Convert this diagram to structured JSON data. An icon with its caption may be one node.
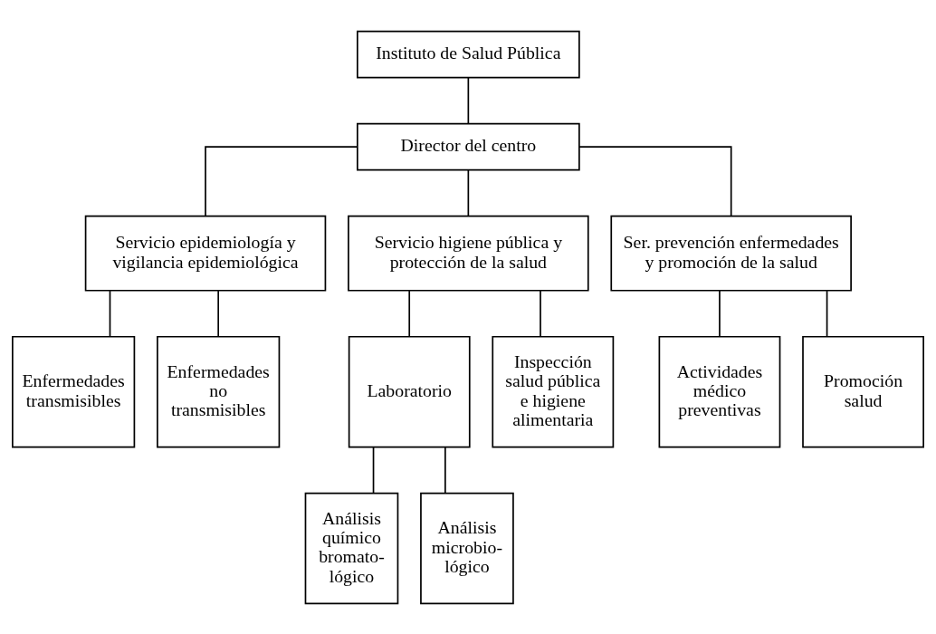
{
  "diagram": {
    "nodes": [
      {
        "text": [
          "Instituto de Salud Pública"
        ]
      },
      {
        "text": [
          "Director del centro"
        ]
      },
      {
        "text": [
          "Servicio epidemiología y vigilancia epidemiológica"
        ]
      },
      {
        "text": [
          "Servicio higiene pública y protección de la salud"
        ]
      },
      {
        "text": [
          "Ser. prevención enfermedades y promoción de la salud"
        ]
      },
      {
        "text": [
          "Enfermedades transmisibles"
        ]
      },
      {
        "text": [
          "Enfermedades no transmisibles"
        ]
      },
      {
        "text": [
          "Laboratorio"
        ]
      },
      {
        "text": [
          "Inspección salud pública e higiene alimentaria"
        ]
      },
      {
        "text": [
          "Actividades médico preventivas"
        ]
      },
      {
        "text": [
          "Promoción salud"
        ]
      },
      {
        "text": [
          "Análisis químico bromato-lógico"
        ]
      },
      {
        "text": [
          "Análisis microbio-lógico"
        ]
      }
    ],
    "edges": [
      {
        "from": 0,
        "to": 1,
        "arrow": "none"
      },
      {
        "from": 1,
        "to": 2,
        "arrow": "none"
      },
      {
        "from": 1,
        "to": 3,
        "arrow": "none"
      },
      {
        "from": 1,
        "to": 4,
        "arrow": "none"
      },
      {
        "from": 2,
        "to": 5,
        "arrow": "none"
      },
      {
        "from": 2,
        "to": 6,
        "arrow": "none"
      },
      {
        "from": 3,
        "to": 7,
        "arrow": "none"
      },
      {
        "from": 3,
        "to": 8,
        "arrow": "none"
      },
      {
        "from": 4,
        "to": 9,
        "arrow": "none"
      },
      {
        "from": 4,
        "to": 10,
        "arrow": "none"
      },
      {
        "from": 7,
        "to": 11,
        "arrow": "none"
      },
      {
        "from": 7,
        "to": 12,
        "arrow": "none"
      }
    ]
  }
}
